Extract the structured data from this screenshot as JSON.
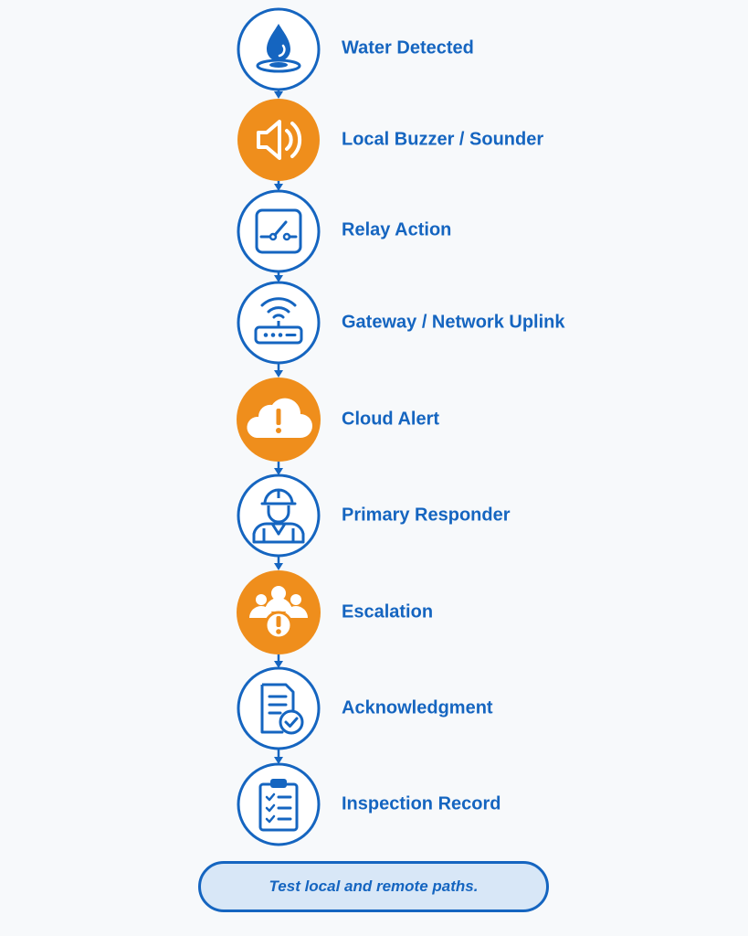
{
  "colors": {
    "primary": "#1565c0",
    "accent": "#ef8e1c",
    "background": "#f7f9fb",
    "pill_fill": "#d8e7f7"
  },
  "steps": [
    {
      "label": "Water Detected",
      "icon": "water-drop-icon",
      "style": "outline"
    },
    {
      "label": "Local Buzzer / Sounder",
      "icon": "speaker-icon",
      "style": "filled"
    },
    {
      "label": "Relay Action",
      "icon": "relay-switch-icon",
      "style": "outline"
    },
    {
      "label": "Gateway / Network Uplink",
      "icon": "router-icon",
      "style": "outline"
    },
    {
      "label": "Cloud Alert",
      "icon": "cloud-alert-icon",
      "style": "filled"
    },
    {
      "label": "Primary Responder",
      "icon": "worker-icon",
      "style": "outline"
    },
    {
      "label": "Escalation",
      "icon": "group-alert-icon",
      "style": "filled"
    },
    {
      "label": "Acknowledgment",
      "icon": "document-check-icon",
      "style": "outline"
    },
    {
      "label": "Inspection Record",
      "icon": "clipboard-checklist-icon",
      "style": "outline"
    }
  ],
  "footer": {
    "text": "Test local and remote paths."
  }
}
